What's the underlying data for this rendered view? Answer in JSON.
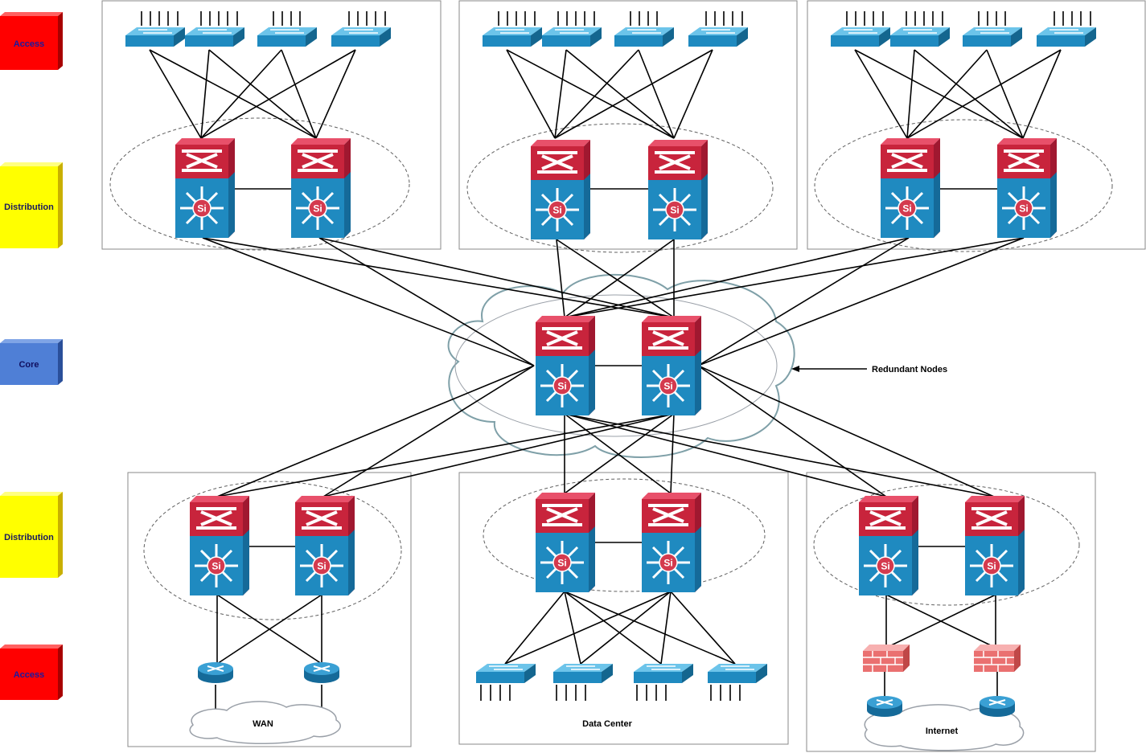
{
  "tiers": [
    {
      "label": "Access",
      "color": "#ff0000",
      "side": "#a80000",
      "text_color": "#1a1aa0"
    },
    {
      "label": "Distribution",
      "color": "#ffff00",
      "side": "#c9b000",
      "text_color": "#1a1a60"
    },
    {
      "label": "Core",
      "color": "#4f7fd6",
      "side": "#2a4f9a",
      "text_color": "#101060"
    },
    {
      "label": "Distribution",
      "color": "#ffff00",
      "side": "#c9b000",
      "text_color": "#1a1a60"
    },
    {
      "label": "Access",
      "color": "#ff0000",
      "side": "#a80000",
      "text_color": "#1a1aa0"
    }
  ],
  "annotations": {
    "redundant_nodes": "Redundant Nodes",
    "wan": "WAN",
    "data_center": "Data Center",
    "internet": "Internet"
  },
  "colors": {
    "device_blue": "#1f8ac0",
    "device_red": "#c8243c",
    "switch_blue": "#2a96cc",
    "firewall": "#e86a6a",
    "line": "#000000",
    "box_border": "#8a8a8a"
  },
  "icons": [
    "multilayer-switch-icon",
    "workgroup-switch-icon",
    "router-icon",
    "firewall-icon",
    "cloud-icon"
  ]
}
